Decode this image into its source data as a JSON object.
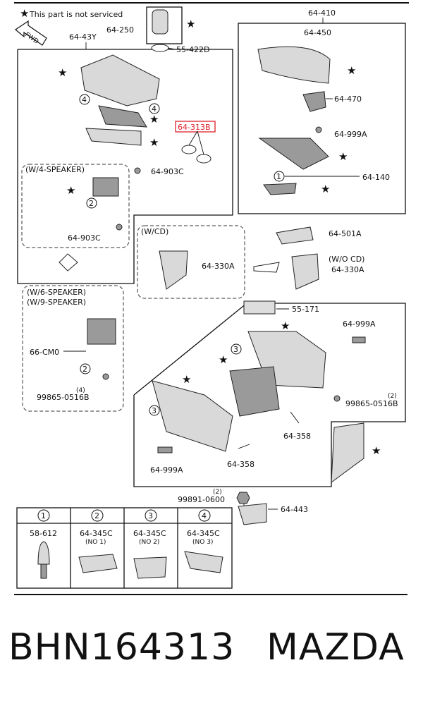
{
  "legend": {
    "note": "This part is not serviced",
    "fwd": "FWD"
  },
  "labels": {
    "l64410": "64-410",
    "l64450": "64-450",
    "l64470": "64-470",
    "l64999a_top": "64-999A",
    "l64140": "64-140",
    "l64250": "64-250",
    "l55422d": "55-422D",
    "l6443y": "64-43Y",
    "l64313b": "64-313B",
    "l64903c_a": "64-903C",
    "w4speaker": "(W/4-SPEAKER)",
    "l64903c_b": "64-903C",
    "wcd": "(W/CD)",
    "l64330a_a": "64-330A",
    "l64501a": "64-501A",
    "wocd": "(W/O CD)",
    "l64330a_b": "64-330A",
    "w6speaker": "(W/6-SPEAKER)",
    "w9speaker": "(W/9-SPEAKER)",
    "l66cm0": "66-CM0",
    "qty4": "(4)",
    "l99865_a": "99865-0516B",
    "l55171": "55-171",
    "l64999a_mid": "64-999A",
    "qty2a": "(2)",
    "l99865_b": "99865-0516B",
    "l64358_a": "64-358",
    "l64358_b": "64-358",
    "l64999a_bot": "64-999A",
    "qty2b": "(2)",
    "l99891": "99891-0600",
    "l64443": "64-443"
  },
  "callouts": {
    "c1": "1",
    "c2": "2",
    "c3": "3",
    "c4": "4"
  },
  "table": {
    "headers": [
      "1",
      "2",
      "3",
      "4"
    ],
    "parts": [
      "58-612",
      "64-345C",
      "64-345C",
      "64-345C"
    ],
    "notes": [
      "",
      "(NO 1)",
      "(NO 2)",
      "(NO 3)"
    ]
  },
  "star_symbol": "★",
  "caption": {
    "code": "BHN164313",
    "brand": "MAZDA"
  },
  "colors": {
    "highlight": "#e0202a",
    "line": "#111111"
  }
}
